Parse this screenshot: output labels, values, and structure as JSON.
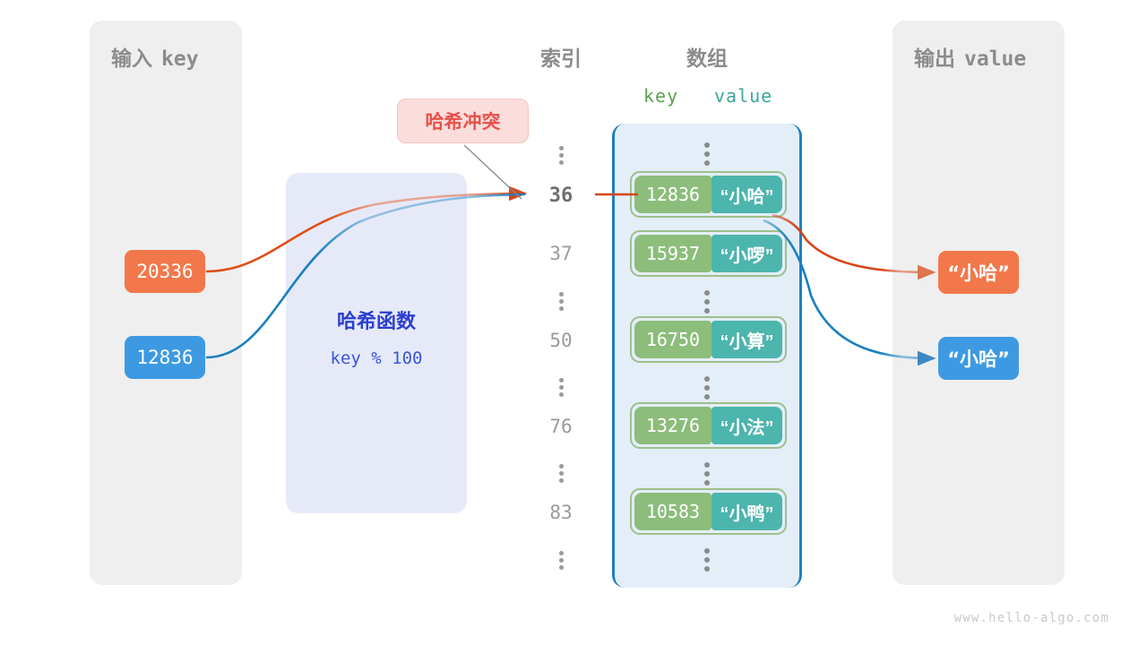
{
  "watermark": "www.hello-algo.com",
  "input_panel": {
    "title_cjk": "输入",
    "title_mono": "key",
    "items": [
      {
        "label": "20336",
        "color": "#f2784b"
      },
      {
        "label": "12836",
        "color": "#3d9ae2"
      }
    ]
  },
  "hash_function": {
    "title": "哈希函数",
    "expression": "key % 100",
    "bg": "#e6eaf8",
    "text_color": "#2b3fd1"
  },
  "collision_callout": {
    "label": "哈希冲突",
    "bg": "#fbdedc",
    "text_color": "#e8514a"
  },
  "index_column": {
    "header": "索引",
    "rows": [
      {
        "type": "dots"
      },
      {
        "type": "index",
        "label": "36",
        "active": true
      },
      {
        "type": "index",
        "label": "37",
        "active": false
      },
      {
        "type": "dots"
      },
      {
        "type": "index",
        "label": "50",
        "active": false
      },
      {
        "type": "dots"
      },
      {
        "type": "index",
        "label": "76",
        "active": false
      },
      {
        "type": "dots"
      },
      {
        "type": "index",
        "label": "83",
        "active": false
      },
      {
        "type": "dots"
      }
    ]
  },
  "array_column": {
    "header": "数组",
    "sub_key": "key",
    "sub_value": "value",
    "key_color": "#5ba150",
    "value_color": "#3aa79e",
    "bucket_bg": "#e3eef9",
    "bucket_border": "#1f7fc4",
    "entries": [
      {
        "type": "dots"
      },
      {
        "type": "pair",
        "key": "12836",
        "value": "“小哈”"
      },
      {
        "type": "pair",
        "key": "15937",
        "value": "“小啰”"
      },
      {
        "type": "dots"
      },
      {
        "type": "pair",
        "key": "16750",
        "value": "“小算”"
      },
      {
        "type": "dots"
      },
      {
        "type": "pair",
        "key": "13276",
        "value": "“小法”"
      },
      {
        "type": "dots"
      },
      {
        "type": "pair",
        "key": "10583",
        "value": "“小鸭”"
      },
      {
        "type": "dots"
      }
    ]
  },
  "output_panel": {
    "title_cjk": "输出",
    "title_mono": "value",
    "items": [
      {
        "label": "“小哈”",
        "color": "#f2784b"
      },
      {
        "label": "“小哈”",
        "color": "#3d9ae2"
      }
    ]
  }
}
